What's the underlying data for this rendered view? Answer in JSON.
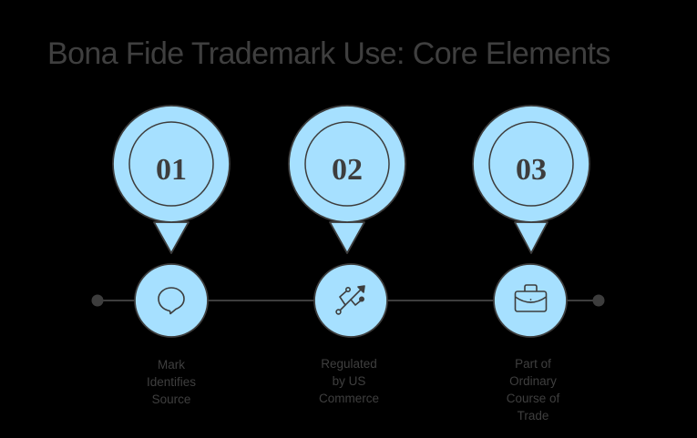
{
  "title": "Bona Fide Trademark Use: Core Elements",
  "colors": {
    "background": "#000000",
    "pin_fill": "#a6e0ff",
    "stroke": "#3d3d3d",
    "text": "#3f3f3f"
  },
  "steps": [
    {
      "number": "01",
      "icon": "speech-bubble-icon",
      "label": "Mark\nIdentifies\nSource"
    },
    {
      "number": "02",
      "icon": "usb-icon",
      "label": "Regulated\nby US\nCommerce"
    },
    {
      "number": "03",
      "icon": "briefcase-icon",
      "label": "Part of\nOrdinary\nCourse of\nTrade"
    }
  ]
}
